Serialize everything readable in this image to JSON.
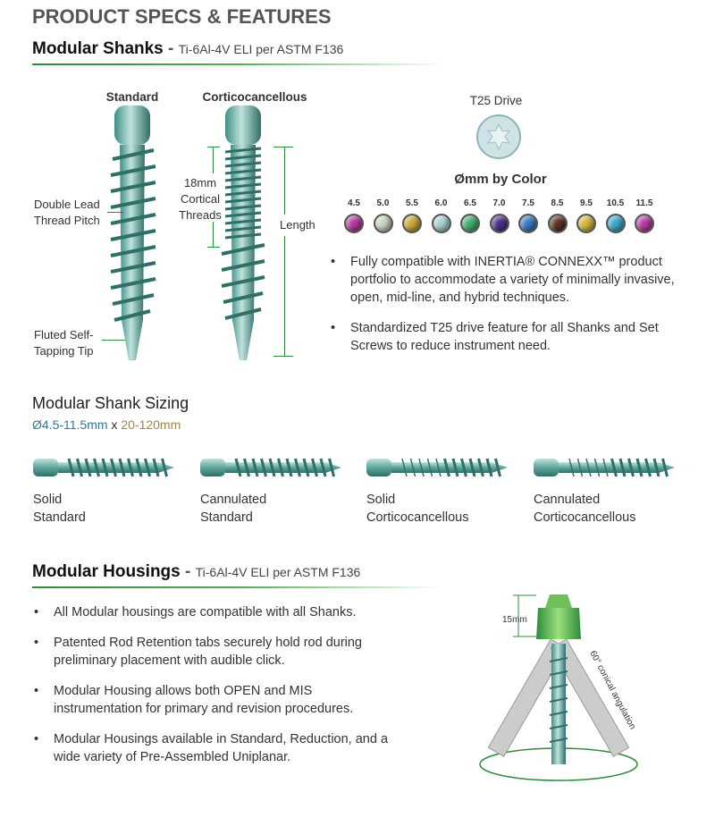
{
  "title": "PRODUCT SPECS & FEATURES",
  "shanks": {
    "heading": "Modular Shanks",
    "dash": " - ",
    "material": "Ti-6Al-4V ELI per ASTM F136",
    "standard_label": "Standard",
    "cortico_label": "Corticocancellous",
    "callout_thread": "Double Lead Thread Pitch",
    "callout_tip": "Fluted Self-Tapping Tip",
    "callout_cortical": "18mm Cortical Threads",
    "callout_length": "Length",
    "drive_label": "T25 Drive",
    "color_title": "Ømm by Color",
    "diameters": [
      {
        "size": "4.5",
        "color": "#b5399c"
      },
      {
        "size": "5.0",
        "color": "#c9d3bf"
      },
      {
        "size": "5.5",
        "color": "#c9a83a"
      },
      {
        "size": "6.0",
        "color": "#a9cfd3"
      },
      {
        "size": "6.5",
        "color": "#3fae6a"
      },
      {
        "size": "7.0",
        "color": "#4a2f86"
      },
      {
        "size": "7.5",
        "color": "#3a78c0"
      },
      {
        "size": "8.5",
        "color": "#5a3424"
      },
      {
        "size": "9.5",
        "color": "#d2b53e"
      },
      {
        "size": "10.5",
        "color": "#3aa8c8"
      },
      {
        "size": "11.5",
        "color": "#b53c9c"
      }
    ],
    "bullets": [
      "Fully compatible with INERTIA® CONNEXX™ product portfolio to accommodate a variety of minimally invasive, open, mid-line, and hybrid techniques.",
      "Standardized T25 drive feature for all Shanks and Set Screws to reduce instrument need."
    ]
  },
  "sizing": {
    "heading": "Modular Shank Sizing",
    "diameter": "Ø4.5-11.5mm",
    "x": " x ",
    "length": "20-120mm",
    "colors": {
      "diameter": "#2f7a9a",
      "length": "#a0844a"
    },
    "items": [
      {
        "line1": "Solid",
        "line2": "Standard"
      },
      {
        "line1": "Cannulated",
        "line2": "Standard"
      },
      {
        "line1": "Solid",
        "line2": "Corticocancellous"
      },
      {
        "line1": "Cannulated",
        "line2": "Corticocancellous"
      }
    ]
  },
  "housings": {
    "heading": "Modular Housings",
    "dash": " - ",
    "material": "Ti-6Al-4V ELI per ASTM F136",
    "bullets": [
      "All Modular housings are compatible with all Shanks.",
      "Patented Rod Retention tabs securely hold rod during preliminary placement with audible click.",
      "Modular Housing allows both OPEN and MIS instrumentation for primary and revision procedures.",
      "Modular Housings available in Standard, Reduction, and a wide variety of Pre-Assembled Uniplanar."
    ],
    "dim_label": "15mm",
    "angle_label": "60° conical angulation"
  }
}
